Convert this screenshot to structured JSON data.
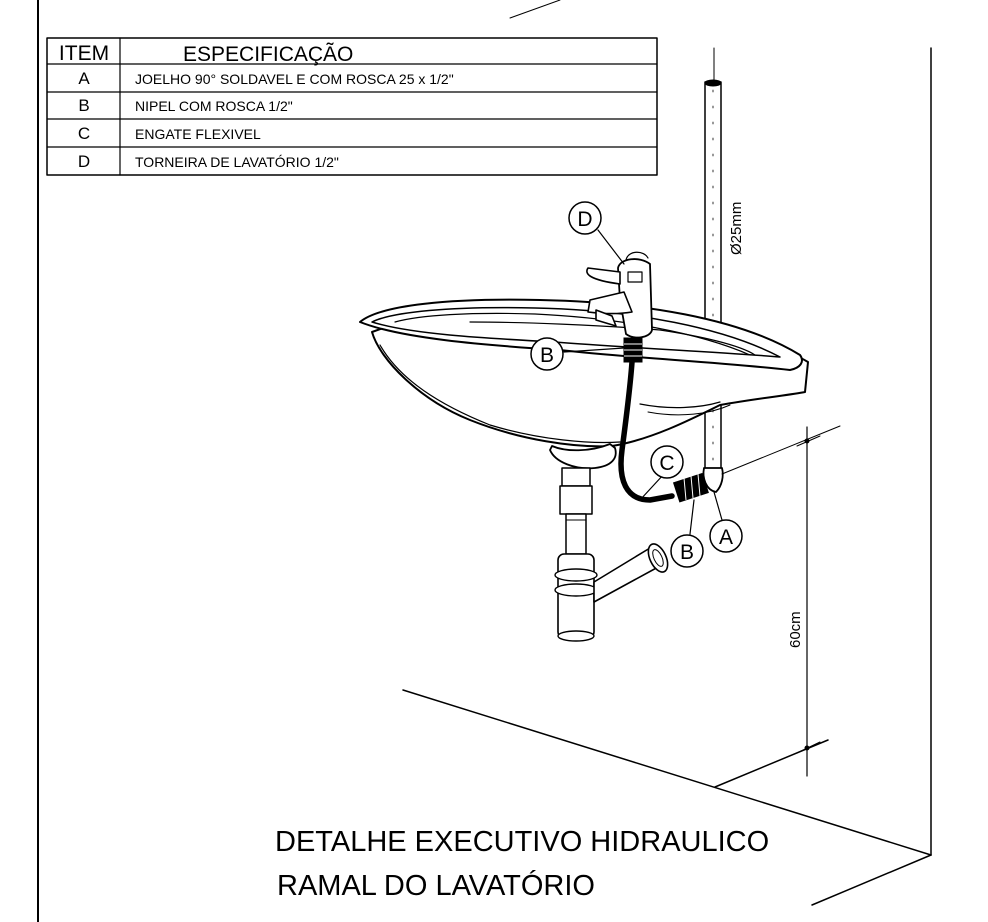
{
  "table": {
    "headers": {
      "item": "ITEM",
      "spec": "ESPECIFICAÇÃO"
    },
    "rows": [
      {
        "item": "A",
        "spec": "JOELHO 90° SOLDAVEL E COM ROSCA 25 x 1/2\""
      },
      {
        "item": "B",
        "spec": "NIPEL COM ROSCA 1/2\""
      },
      {
        "item": "C",
        "spec": "ENGATE FLEXIVEL"
      },
      {
        "item": "D",
        "spec": "TORNEIRA DE LAVATÓRIO 1/2\""
      }
    ]
  },
  "callouts": {
    "d_top": "D",
    "b_upper": "B",
    "c_hose": "C",
    "a_elbow": "A",
    "b_lower": "B"
  },
  "dimensions": {
    "pipe_diameter": "Ø25mm",
    "height": "60cm"
  },
  "title": {
    "line1": "DETALHE EXECUTIVO HIDRAULICO",
    "line2": "RAMAL DO LAVATÓRIO"
  }
}
